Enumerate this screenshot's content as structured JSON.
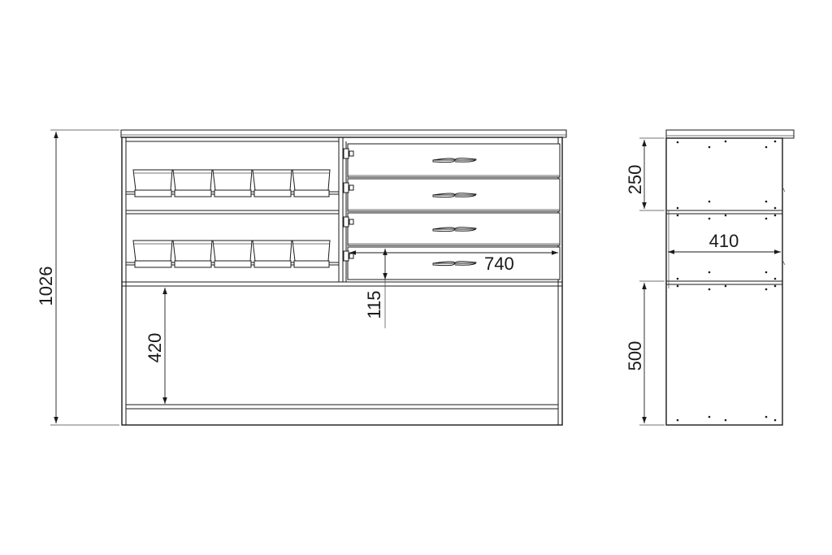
{
  "drawing": {
    "front_view": {
      "dimensions": {
        "total_height": "1026",
        "drawer_width": "740",
        "drawer_front_height": "115",
        "open_compartment_height": "420"
      },
      "bin_rows": 2,
      "bins_per_row": 5,
      "drawer_count": 4
    },
    "side_view": {
      "dimensions": {
        "upper_section_height": "250",
        "depth": "410",
        "lower_section_height": "500"
      }
    }
  }
}
